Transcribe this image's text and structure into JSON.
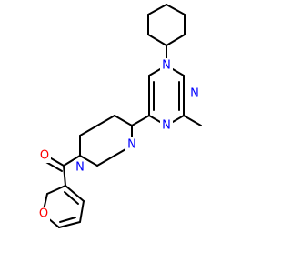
{
  "molecule": {
    "atoms": [
      {
        "element": "N",
        "color": "#0000ff"
      },
      {
        "element": "N",
        "color": "#0000ff"
      },
      {
        "element": "N",
        "color": "#0000ff"
      },
      {
        "element": "N",
        "color": "#0000ff"
      },
      {
        "element": "N",
        "color": "#0000ff"
      },
      {
        "element": "O",
        "color": "#ff0000"
      },
      {
        "element": "O",
        "color": "#ff0000"
      }
    ]
  }
}
